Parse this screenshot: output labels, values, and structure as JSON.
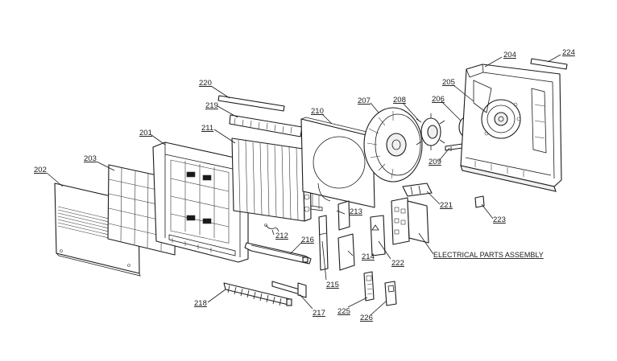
{
  "diagram": {
    "labels": {
      "p201": "201",
      "p202": "202",
      "p203": "203",
      "p204": "204",
      "p205": "205",
      "p206": "206",
      "p207": "207",
      "p208": "208",
      "p209": "209",
      "p210": "210",
      "p211": "211",
      "p212": "212",
      "p213": "213",
      "p214": "214",
      "p215": "215",
      "p216": "216",
      "p217": "217",
      "p218": "218",
      "p219": "219",
      "p220": "220",
      "p221": "221",
      "p222": "222",
      "p223": "223",
      "p224": "224",
      "p225": "225",
      "p226": "226",
      "electrical": "ELECTRICAL PARTS ASSEMBLY"
    }
  }
}
